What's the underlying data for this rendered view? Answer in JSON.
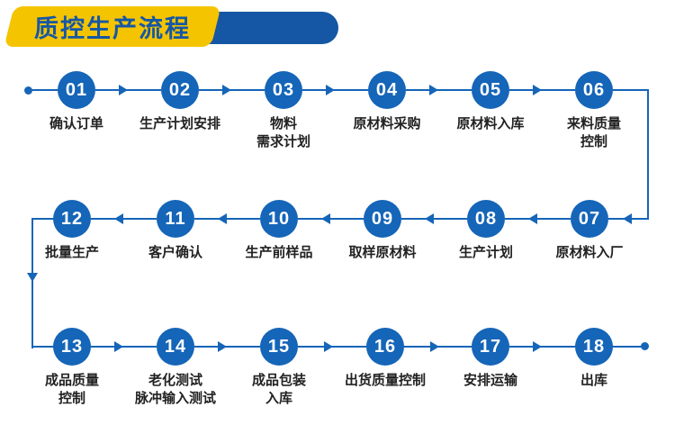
{
  "header": {
    "title": "质控生产流程"
  },
  "colors": {
    "blue": "#1565b8",
    "dark_blue": "#1557a5",
    "yellow": "#f5c400",
    "label": "#222222"
  },
  "steps": [
    {
      "num": "01",
      "label": "确认订单"
    },
    {
      "num": "02",
      "label": "生产计划安排"
    },
    {
      "num": "03",
      "label": "物料\n需求计划"
    },
    {
      "num": "04",
      "label": "原材料采购"
    },
    {
      "num": "05",
      "label": "原材料入库"
    },
    {
      "num": "06",
      "label": "来料质量\n控制"
    },
    {
      "num": "07",
      "label": "原材料入厂"
    },
    {
      "num": "08",
      "label": "生产计划"
    },
    {
      "num": "09",
      "label": "取样原材料"
    },
    {
      "num": "10",
      "label": "生产前样品"
    },
    {
      "num": "11",
      "label": "客户确认"
    },
    {
      "num": "12",
      "label": "批量生产"
    },
    {
      "num": "13",
      "label": "成品质量\n控制"
    },
    {
      "num": "14",
      "label": "老化测试\n脉冲输入测试"
    },
    {
      "num": "15",
      "label": "成品包装\n入库"
    },
    {
      "num": "16",
      "label": "出货质量控制"
    },
    {
      "num": "17",
      "label": "安排运输"
    },
    {
      "num": "18",
      "label": "出库"
    }
  ]
}
